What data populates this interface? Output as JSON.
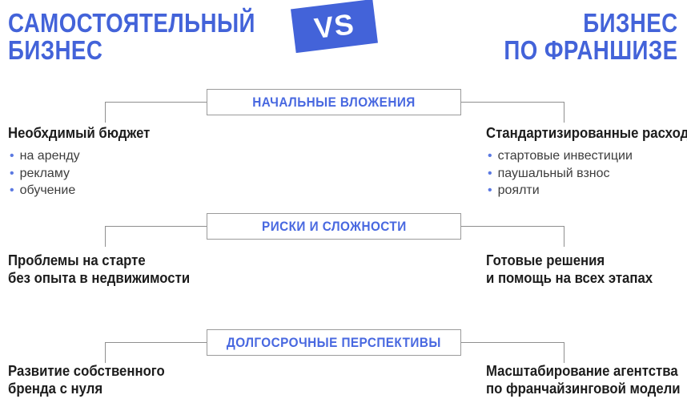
{
  "colors": {
    "accent_blue": "#4363d9",
    "bullet_blue": "#5b79e2",
    "connector_gray": "#8f8f8f",
    "body_text": "#1c1c1c"
  },
  "header": {
    "left_title_line1": "САМОСТОЯТЕЛЬНЫЙ",
    "left_title_line2": "БИЗНЕС",
    "vs_label": "VS",
    "right_title_line1": "БИЗНЕС",
    "right_title_line2": "ПО ФРАНШИЗЕ"
  },
  "sections": [
    {
      "title": "НАЧАЛЬНЫЕ ВЛОЖЕНИЯ",
      "left": {
        "heading": "Необхдимый бюджет",
        "bullets": [
          "на аренду",
          "рекламу",
          "обучение"
        ]
      },
      "right": {
        "heading": "Стандартизированные расходы",
        "bullets": [
          "стартовые инвестиции",
          "паушальный взнос",
          "роялти"
        ]
      }
    },
    {
      "title": "РИСКИ И СЛОЖНОСТИ",
      "left": {
        "heading_lines": [
          "Проблемы на старте",
          "без опыта в недвижимости"
        ]
      },
      "right": {
        "heading_lines": [
          "Готовые решения",
          "и помощь на всех этапах"
        ]
      }
    },
    {
      "title": "ДОЛГОСРОЧНЫЕ ПЕРСПЕКТИВЫ",
      "left": {
        "heading_lines": [
          "Развитие собственного",
          "бренда с нуля"
        ]
      },
      "right": {
        "heading_lines": [
          "Масштабирование агентства",
          "по франчайзинговой модели"
        ]
      }
    }
  ]
}
